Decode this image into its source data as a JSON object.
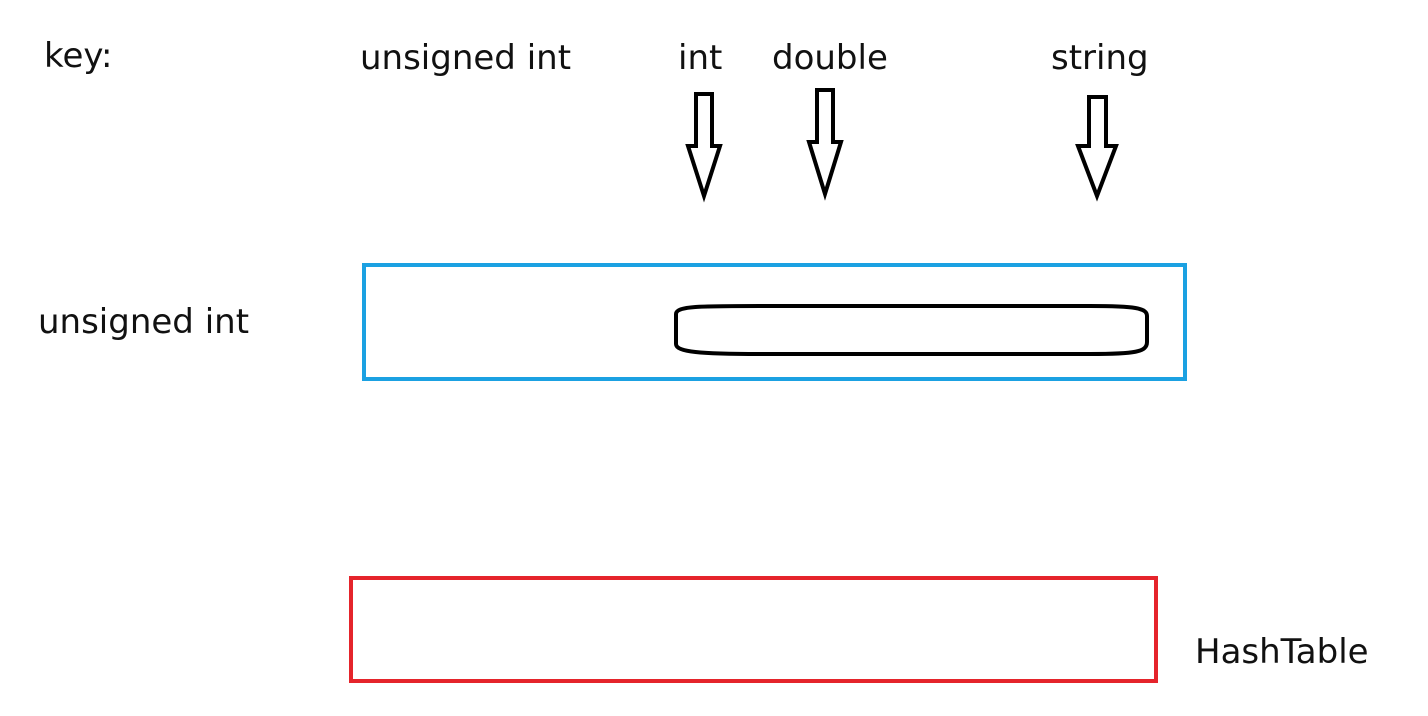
{
  "labels": {
    "key": "key:",
    "key_type_unsigned_int": "unsigned int",
    "key_type_int": "int",
    "key_type_double": "double",
    "key_type_string": "string",
    "row_unsigned_int": "unsigned int",
    "hashtable": "HashTable"
  },
  "colors": {
    "outer_box_stroke": "#1ba1e2",
    "hashtable_box_stroke": "#e5242b",
    "arrow_stroke": "#000000",
    "capsule_stroke": "#000000",
    "text": "#111111",
    "background": "#ffffff"
  }
}
